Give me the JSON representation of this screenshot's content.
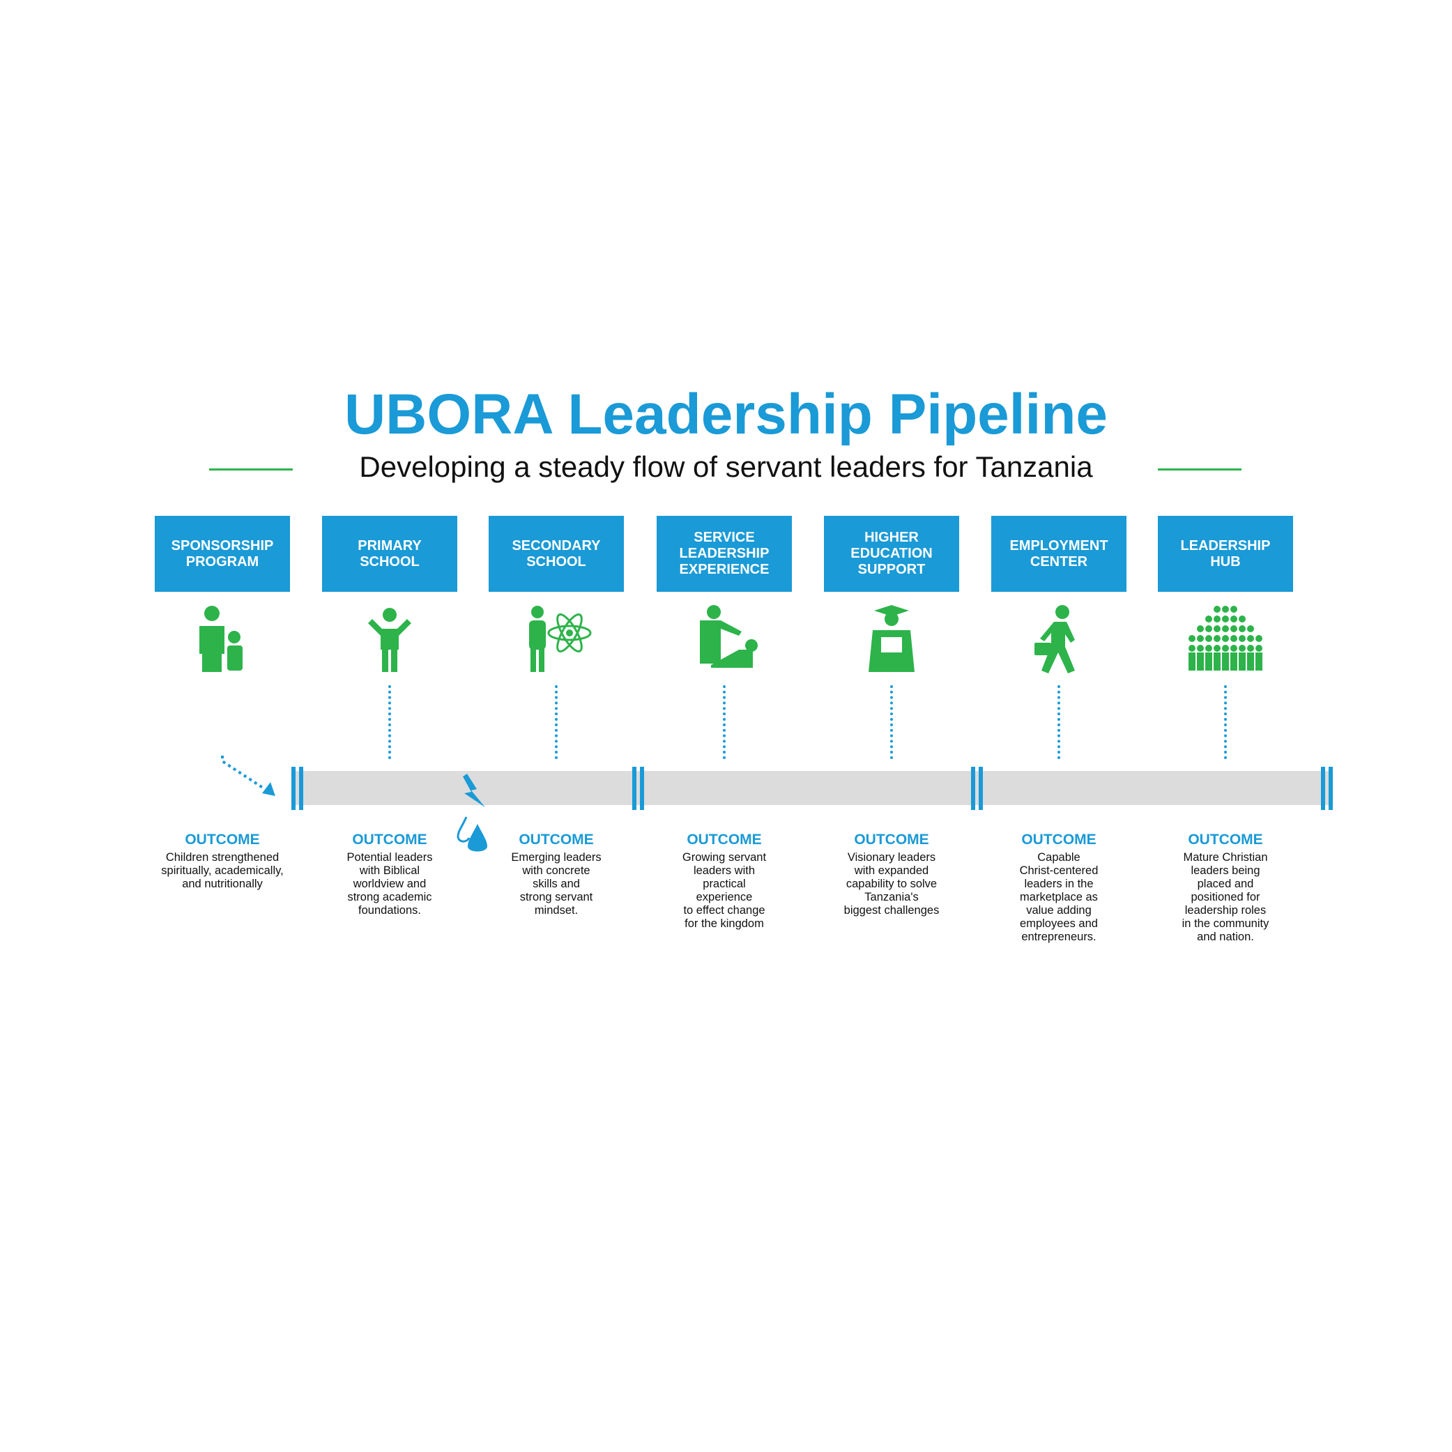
{
  "header": {
    "title": "UBORA Leadership Pipeline",
    "subtitle": "Developing a steady flow of servant leaders for Tanzania"
  },
  "colors": {
    "blue": "#1a9ad6",
    "green": "#2db34a",
    "bar": "#dcdcdc"
  },
  "stages": [
    {
      "label": "SPONSORSHIP\nPROGRAM",
      "icon": "parent-child-icon",
      "outcome_label": "OUTCOME",
      "outcome": "Children strengthened\nspiritually, academically,\nand nutritionally"
    },
    {
      "label": "PRIMARY\nSCHOOL",
      "icon": "child-icon",
      "outcome_label": "OUTCOME",
      "outcome": "Potential leaders\nwith Biblical\nworldview and\nstrong academic\nfoundations."
    },
    {
      "label": "SECONDARY\nSCHOOL",
      "icon": "student-atom-icon",
      "outcome_label": "OUTCOME",
      "outcome": "Emerging leaders\nwith concrete\nskills and\nstrong servant\nmindset."
    },
    {
      "label": "SERVICE\nLEADERSHIP\nEXPERIENCE",
      "icon": "helping-hand-icon",
      "outcome_label": "OUTCOME",
      "outcome": "Growing servant\nleaders with\npractical\nexperience\nto effect change\nfor the kingdom"
    },
    {
      "label": "HIGHER\nEDUCATION\nSUPPORT",
      "icon": "graduate-icon",
      "outcome_label": "OUTCOME",
      "outcome": "Visionary leaders\nwith expanded\ncapability to solve\nTanzania's\nbiggest challenges"
    },
    {
      "label": "EMPLOYMENT\nCENTER",
      "icon": "businessman-walking-icon",
      "outcome_label": "OUTCOME",
      "outcome": "Capable\nChrist-centered\nleaders in the\nmarketplace as\nvalue adding\nemployees and\nentrepreneurs."
    },
    {
      "label": "LEADERSHIP\nHUB",
      "icon": "crowd-icon",
      "outcome_label": "OUTCOME",
      "outcome": "Mature Christian\nleaders being\nplaced and\npositioned for\nleadership roles\nin the community\nand nation."
    }
  ]
}
